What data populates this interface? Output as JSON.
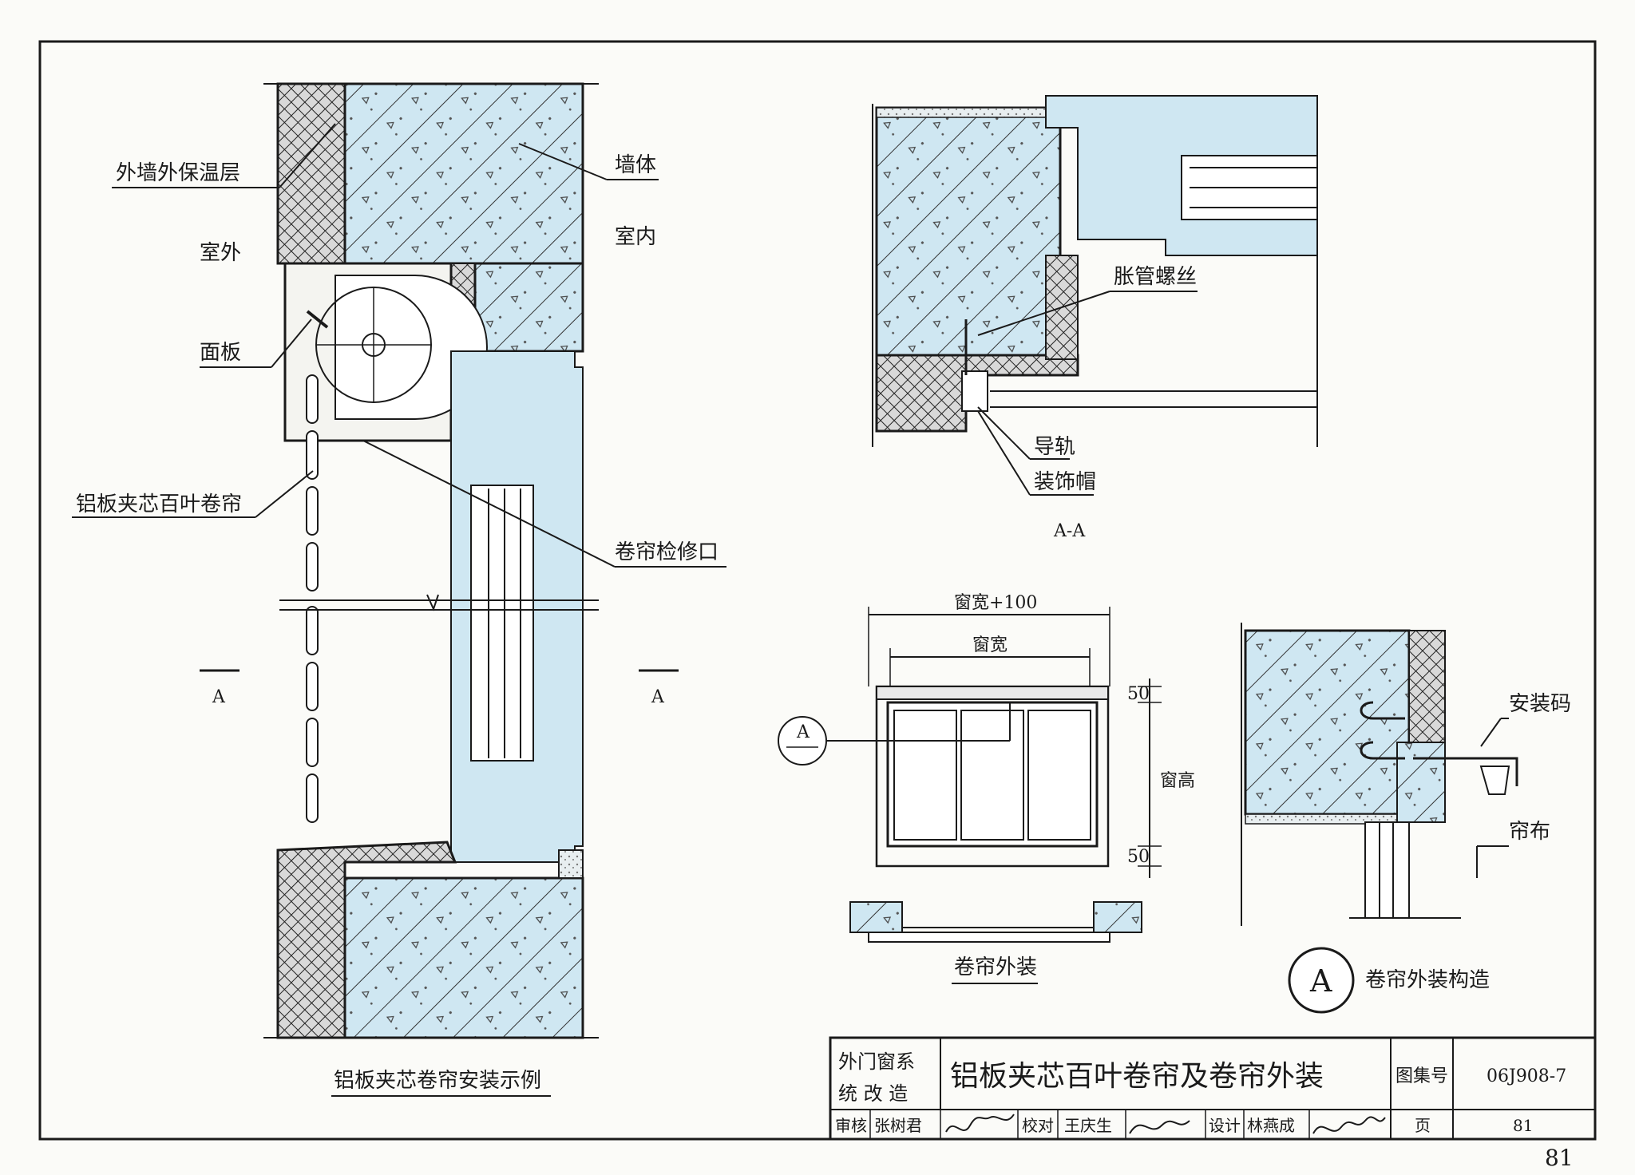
{
  "main_detail": {
    "labels": {
      "insulation": "外墙外保温层",
      "wall": "墙体",
      "outdoor": "室外",
      "indoor": "室内",
      "panel": "面板",
      "shutter": "铝板夹芯百叶卷帘",
      "access": "卷帘检修口",
      "section_left": "A",
      "section_right": "A"
    },
    "caption": "铝板夹芯卷帘安装示例"
  },
  "section_aa": {
    "labels": {
      "screw": "胀管螺丝",
      "rail": "导轨",
      "cap": "装饰帽"
    },
    "caption": "A-A"
  },
  "elevation": {
    "dims": {
      "outer_width": "窗宽+100",
      "width": "窗宽",
      "top_offset": "50",
      "height": "窗高",
      "bottom_offset": "50"
    },
    "callout": "A",
    "caption": "卷帘外装"
  },
  "detail_a": {
    "labels": {
      "bracket": "安装码",
      "fabric": "帘布"
    },
    "badge": "A",
    "caption": "卷帘外装构造"
  },
  "title_block": {
    "category_line1": "外门窗系",
    "category_line2": "统 改 造",
    "title": "铝板夹芯百叶卷帘及卷帘外装",
    "atlas_label": "图集号",
    "atlas_no": "06J908-7",
    "review_label": "审核",
    "reviewer": "张树君",
    "check_label": "校对",
    "checker": "王庆生",
    "design_label": "设计",
    "designer": "林燕成",
    "page_label": "页",
    "page_no": "81"
  },
  "page_number": "81",
  "colors": {
    "concrete": "#cfe7f2",
    "line": "#1a1a1a",
    "paper": "#fbfbf8"
  }
}
